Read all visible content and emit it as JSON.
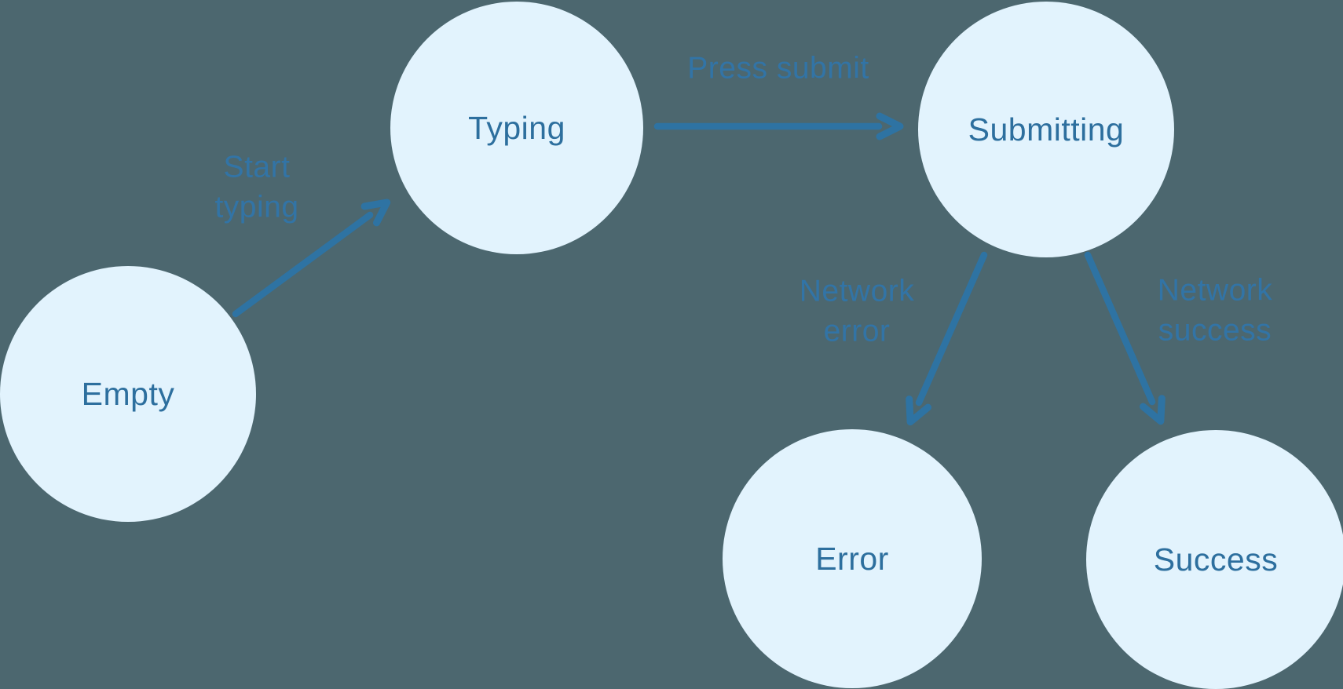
{
  "colors": {
    "background": "#4C676F",
    "node_fill": "#E2F3FD",
    "node_text": "#2D6F9E",
    "arrow": "#2E73A3",
    "transition_text": "#3274A6"
  },
  "states": [
    {
      "id": "empty",
      "label": "Empty"
    },
    {
      "id": "typing",
      "label": "Typing"
    },
    {
      "id": "submitting",
      "label": "Submitting"
    },
    {
      "id": "error",
      "label": "Error"
    },
    {
      "id": "success",
      "label": "Success"
    }
  ],
  "transitions": [
    {
      "from": "empty",
      "to": "typing",
      "label": "Start typing",
      "lines": [
        "Start",
        "typing"
      ]
    },
    {
      "from": "typing",
      "to": "submitting",
      "label": "Press submit",
      "lines": [
        "Press submit"
      ]
    },
    {
      "from": "submitting",
      "to": "error",
      "label": "Network error",
      "lines": [
        "Network",
        "error"
      ]
    },
    {
      "from": "submitting",
      "to": "success",
      "label": "Network success",
      "lines": [
        "Network",
        "success"
      ]
    }
  ]
}
